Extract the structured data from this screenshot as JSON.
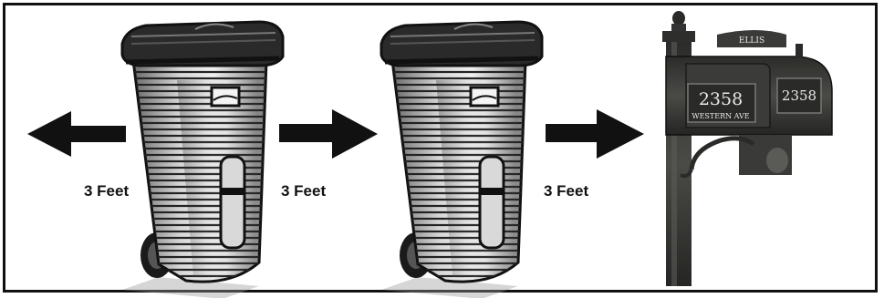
{
  "labels": {
    "left": "3 Feet",
    "middle": "3 Feet",
    "right": "3 Feet"
  },
  "mailbox": {
    "front_number": "2358",
    "street": "WESTERN AVE",
    "side_number": "2358",
    "top_plate": "ELLIS"
  },
  "icons": [
    "arrow-left-icon",
    "trash-cart-icon",
    "arrow-right-icon",
    "mailbox-icon"
  ],
  "colors": {
    "ink": "#111111",
    "mailbox": "#3a3a38",
    "cart_body": "#bfbfbf"
  }
}
